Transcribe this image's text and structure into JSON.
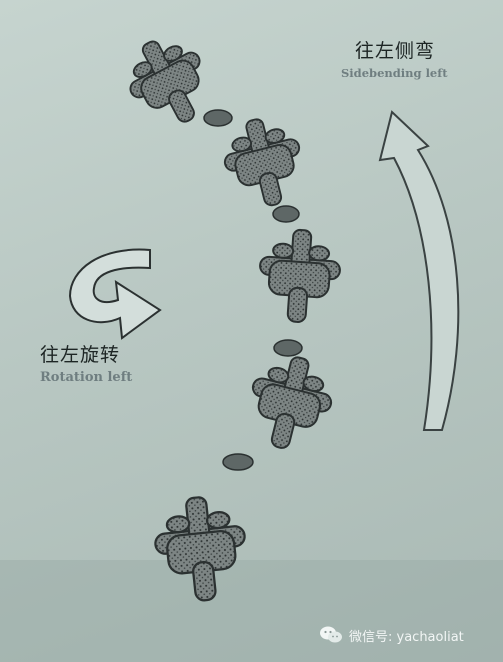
{
  "labels": {
    "sidebending_cn": "往左侧弯",
    "sidebending_en": "Sidebending left",
    "rotation_cn": "往左旋转",
    "rotation_en": "Rotation left"
  },
  "watermark": {
    "text": "微信号: yachaoliat",
    "icon": "wechat-icon"
  },
  "colors": {
    "paper": "#b9c8c4",
    "ink": "#2e3434",
    "bone": "#7d8584",
    "label_gray": "#6f7e80",
    "arrow_fill": "#c9d6d2"
  }
}
